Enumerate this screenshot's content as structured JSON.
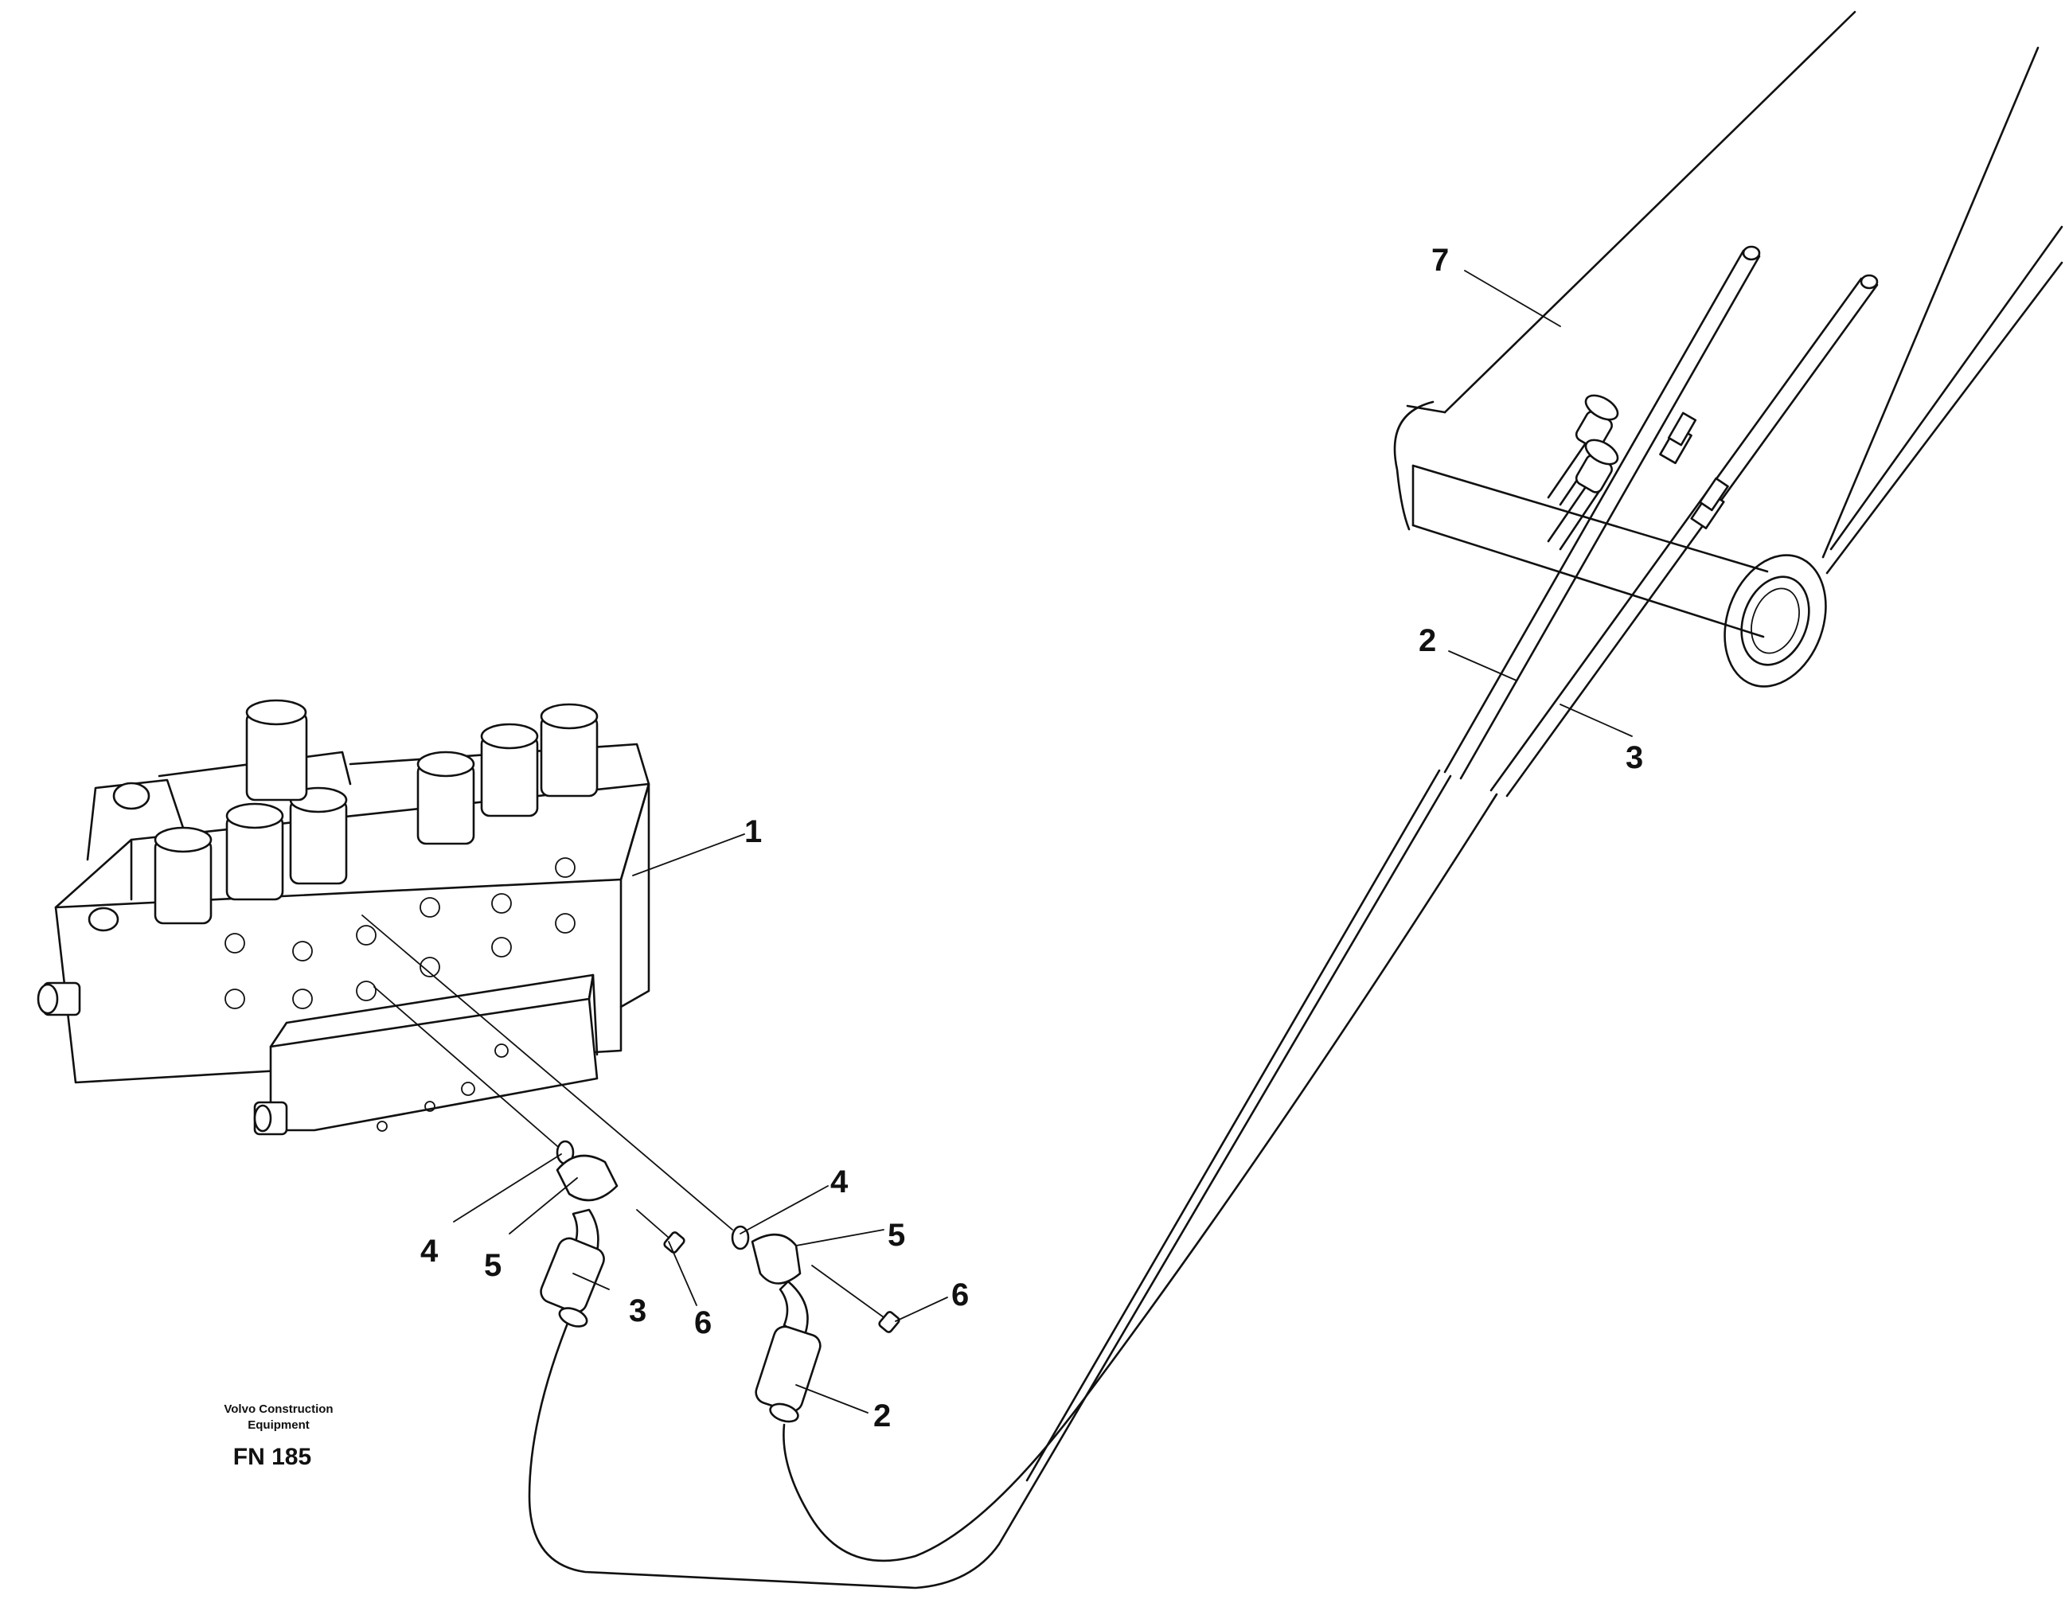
{
  "diagram": {
    "manufacturer_line1": "Volvo Construction",
    "manufacturer_line2": "Equipment",
    "figure_number": "FN 185",
    "callouts": {
      "control_valve": "1",
      "hose_left_upper": "2",
      "hose_right_lower": "2",
      "hose_upper": "3",
      "hose_left_lower": "3",
      "oring_left": "4",
      "oring_right": "4",
      "flange_left": "5",
      "flange_right": "5",
      "screw_left": "6",
      "screw_right": "6",
      "boom": "7"
    }
  }
}
